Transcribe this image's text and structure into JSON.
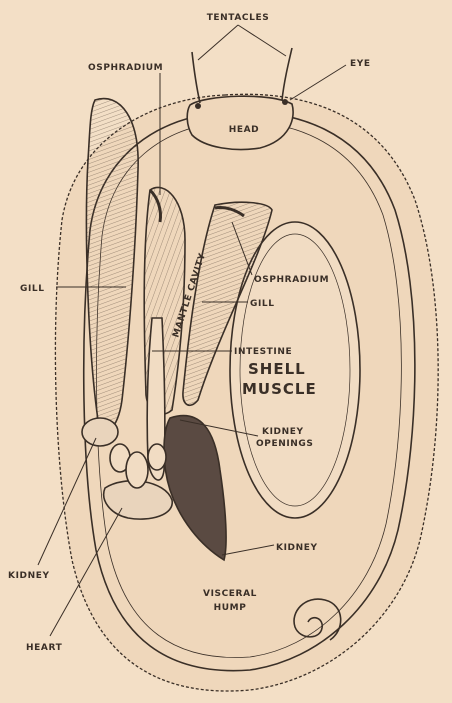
{
  "diagram": {
    "labels": {
      "tentacles": "TENTACLES",
      "osphradium_top": "OSPHRADIUM",
      "eye": "EYE",
      "head": "HEAD",
      "mantle_cavity": "MANTLE CAVITY",
      "osphradium_right": "OSPHRADIUM",
      "gill_left": "GILL",
      "gill_right": "GILL",
      "intestine": "INTESTINE",
      "shell_muscle_1": "SHELL",
      "shell_muscle_2": "MUSCLE",
      "kidney_openings_1": "KIDNEY",
      "kidney_openings_2": "OPENINGS",
      "kidney_right": "KIDNEY",
      "kidney_left": "KIDNEY",
      "visceral_hump_1": "VISCERAL",
      "visceral_hump_2": "HUMP",
      "heart": "HEART"
    },
    "colors": {
      "paper": "#f3dfc6",
      "ink": "#3a2f27",
      "kidney_fill": "#5a4a42",
      "organ_fill": "#e9d4bc"
    }
  }
}
